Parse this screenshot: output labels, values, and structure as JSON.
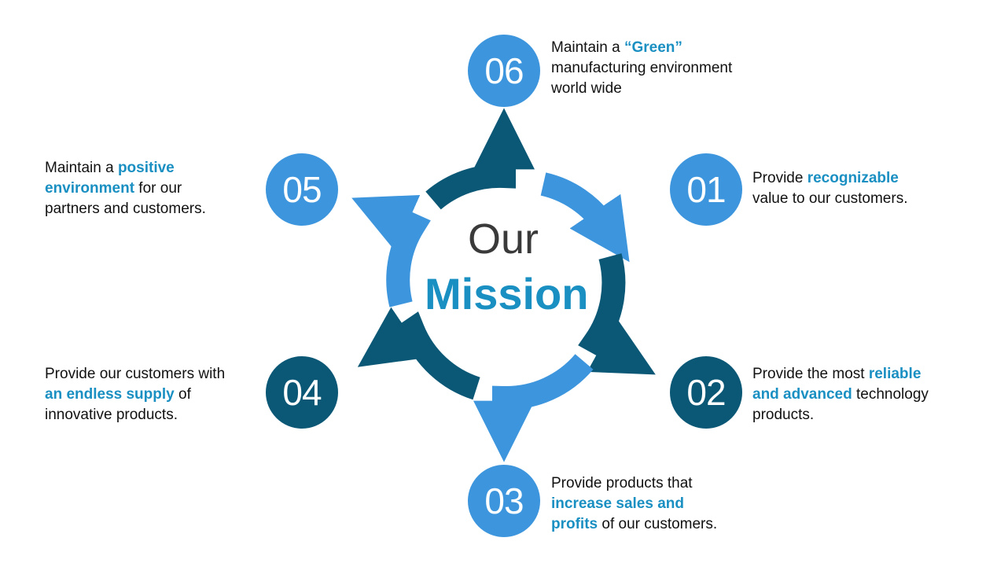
{
  "center": {
    "line1": "Our",
    "line2": "Mission"
  },
  "colors": {
    "light_blue": "#3d96dd",
    "dark_blue": "#0b5876",
    "accent_text": "#1a8fc2",
    "body_text": "#111111"
  },
  "items": [
    {
      "number": "01",
      "style": "light",
      "lines": [
        [
          {
            "t": "Provide ",
            "h": false
          },
          {
            "t": "recognizable",
            "h": true
          }
        ],
        [
          {
            "t": "value to our customers.",
            "h": false
          }
        ]
      ]
    },
    {
      "number": "02",
      "style": "dark",
      "lines": [
        [
          {
            "t": "Provide the most ",
            "h": false
          },
          {
            "t": "reliable",
            "h": true
          }
        ],
        [
          {
            "t": "and advanced",
            "h": true
          },
          {
            "t": " technology",
            "h": false
          }
        ],
        [
          {
            "t": "products.",
            "h": false
          }
        ]
      ]
    },
    {
      "number": "03",
      "style": "light",
      "lines": [
        [
          {
            "t": "Provide products that",
            "h": false
          }
        ],
        [
          {
            "t": "increase sales and",
            "h": true
          }
        ],
        [
          {
            "t": "profits",
            "h": true
          },
          {
            "t": " of our customers.",
            "h": false
          }
        ]
      ]
    },
    {
      "number": "04",
      "style": "dark",
      "lines": [
        [
          {
            "t": "Provide our customers with",
            "h": false
          }
        ],
        [
          {
            "t": "an endless supply",
            "h": true
          },
          {
            "t": " of",
            "h": false
          }
        ],
        [
          {
            "t": "innovative products.",
            "h": false
          }
        ]
      ]
    },
    {
      "number": "05",
      "style": "light",
      "lines": [
        [
          {
            "t": "Maintain a ",
            "h": false
          },
          {
            "t": "positive",
            "h": true
          }
        ],
        [
          {
            "t": "environment",
            "h": true
          },
          {
            "t": " for our",
            "h": false
          }
        ],
        [
          {
            "t": "partners and customers.",
            "h": false
          }
        ]
      ]
    },
    {
      "number": "06",
      "style": "light",
      "lines": [
        [
          {
            "t": "Maintain a  ",
            "h": false
          },
          {
            "t": "“Green”",
            "h": true
          }
        ],
        [
          {
            "t": "manufacturing environment",
            "h": false
          }
        ],
        [
          {
            "t": "world wide",
            "h": false
          }
        ]
      ]
    }
  ]
}
